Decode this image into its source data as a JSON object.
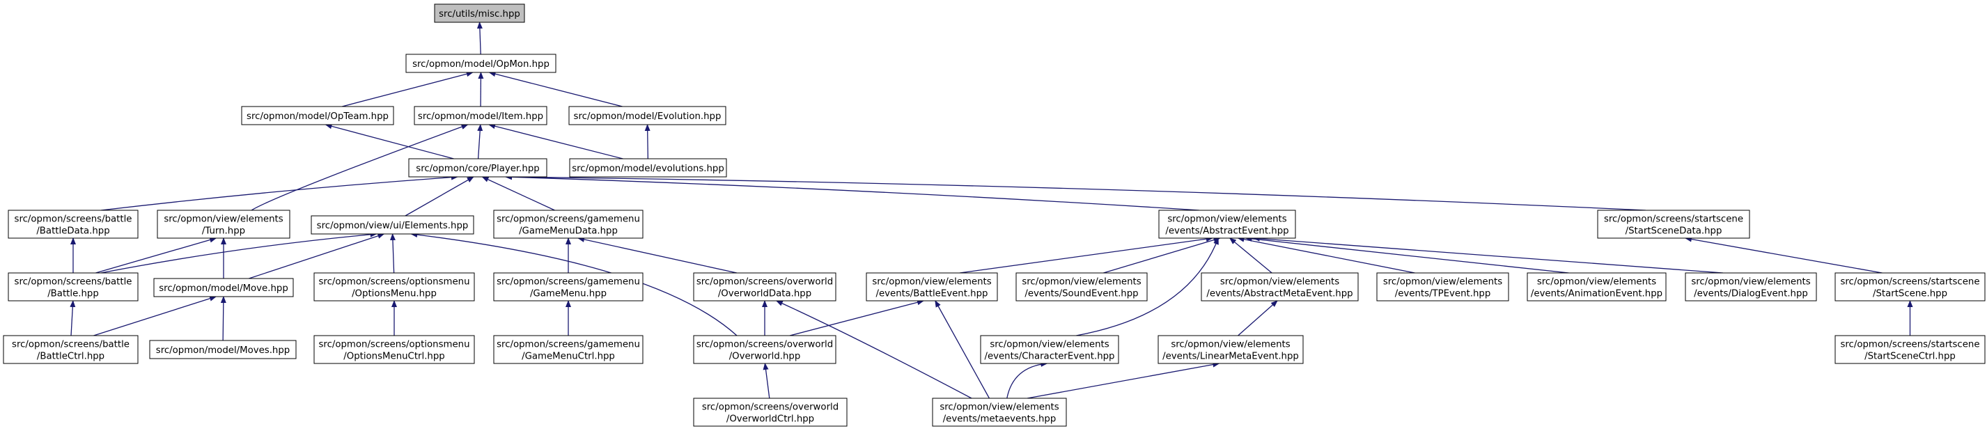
{
  "colors": {
    "background": "#ffffff",
    "node_fill": "#ffffff",
    "node_fill_root": "#bfbfbf",
    "node_stroke": "#000000",
    "edge": "#191970"
  },
  "nodes": [
    {
      "id": "misc",
      "lines": [
        "src/utils/misc.hpp"
      ],
      "root": true
    },
    {
      "id": "opmon",
      "lines": [
        "src/opmon/model/OpMon.hpp"
      ]
    },
    {
      "id": "opteam",
      "lines": [
        "src/opmon/model/OpTeam.hpp"
      ]
    },
    {
      "id": "item",
      "lines": [
        "src/opmon/model/Item.hpp"
      ]
    },
    {
      "id": "evolution",
      "lines": [
        "src/opmon/model/Evolution.hpp"
      ]
    },
    {
      "id": "player",
      "lines": [
        "src/opmon/core/Player.hpp"
      ]
    },
    {
      "id": "evolutions",
      "lines": [
        "src/opmon/model/evolutions.hpp"
      ]
    },
    {
      "id": "battledata",
      "lines": [
        "src/opmon/screens/battle",
        "/BattleData.hpp"
      ]
    },
    {
      "id": "turn",
      "lines": [
        "src/opmon/view/elements",
        "/Turn.hpp"
      ]
    },
    {
      "id": "elements",
      "lines": [
        "src/opmon/view/ui/Elements.hpp"
      ]
    },
    {
      "id": "gamemenudata",
      "lines": [
        "src/opmon/screens/gamemenu",
        "/GameMenuData.hpp"
      ]
    },
    {
      "id": "abstractevent",
      "lines": [
        "src/opmon/view/elements",
        "/events/AbstractEvent.hpp"
      ]
    },
    {
      "id": "startscenedata",
      "lines": [
        "src/opmon/screens/startscene",
        "/StartSceneData.hpp"
      ]
    },
    {
      "id": "battle",
      "lines": [
        "src/opmon/screens/battle",
        "/Battle.hpp"
      ]
    },
    {
      "id": "move",
      "lines": [
        "src/opmon/model/Move.hpp"
      ]
    },
    {
      "id": "optionsmenu",
      "lines": [
        "src/opmon/screens/optionsmenu",
        "/OptionsMenu.hpp"
      ]
    },
    {
      "id": "gamemenu",
      "lines": [
        "src/opmon/screens/gamemenu",
        "/GameMenu.hpp"
      ]
    },
    {
      "id": "overworlddata",
      "lines": [
        "src/opmon/screens/overworld",
        "/OverworldData.hpp"
      ]
    },
    {
      "id": "battleevent",
      "lines": [
        "src/opmon/view/elements",
        "/events/BattleEvent.hpp"
      ]
    },
    {
      "id": "soundevent",
      "lines": [
        "src/opmon/view/elements",
        "/events/SoundEvent.hpp"
      ]
    },
    {
      "id": "abstractmetaevent",
      "lines": [
        "src/opmon/view/elements",
        "/events/AbstractMetaEvent.hpp"
      ]
    },
    {
      "id": "tpevent",
      "lines": [
        "src/opmon/view/elements",
        "/events/TPEvent.hpp"
      ]
    },
    {
      "id": "animationevent",
      "lines": [
        "src/opmon/view/elements",
        "/events/AnimationEvent.hpp"
      ]
    },
    {
      "id": "dialogevent",
      "lines": [
        "src/opmon/view/elements",
        "/events/DialogEvent.hpp"
      ]
    },
    {
      "id": "startscene",
      "lines": [
        "src/opmon/screens/startscene",
        "/StartScene.hpp"
      ]
    },
    {
      "id": "battlectrl",
      "lines": [
        "src/opmon/screens/battle",
        "/BattleCtrl.hpp"
      ]
    },
    {
      "id": "moves",
      "lines": [
        "src/opmon/model/Moves.hpp"
      ]
    },
    {
      "id": "optionsmenuctrl",
      "lines": [
        "src/opmon/screens/optionsmenu",
        "/OptionsMenuCtrl.hpp"
      ]
    },
    {
      "id": "gamemenuctrl",
      "lines": [
        "src/opmon/screens/gamemenu",
        "/GameMenuCtrl.hpp"
      ]
    },
    {
      "id": "overworld",
      "lines": [
        "src/opmon/screens/overworld",
        "/Overworld.hpp"
      ]
    },
    {
      "id": "characterevent",
      "lines": [
        "src/opmon/view/elements",
        "/events/CharacterEvent.hpp"
      ]
    },
    {
      "id": "linearmetaevent",
      "lines": [
        "src/opmon/view/elements",
        "/events/LinearMetaEvent.hpp"
      ]
    },
    {
      "id": "startscenectrl",
      "lines": [
        "src/opmon/screens/startscene",
        "/StartSceneCtrl.hpp"
      ]
    },
    {
      "id": "overworldctrl",
      "lines": [
        "src/opmon/screens/overworld",
        "/OverworldCtrl.hpp"
      ]
    },
    {
      "id": "metaevents",
      "lines": [
        "src/opmon/view/elements",
        "/events/metaevents.hpp"
      ]
    }
  ],
  "edges": [
    {
      "from": "opmon",
      "to": "misc"
    },
    {
      "from": "opteam",
      "to": "opmon"
    },
    {
      "from": "item",
      "to": "opmon"
    },
    {
      "from": "evolution",
      "to": "opmon"
    },
    {
      "from": "player",
      "to": "opteam"
    },
    {
      "from": "player",
      "to": "item"
    },
    {
      "from": "turn",
      "to": "item"
    },
    {
      "from": "evolutions",
      "to": "item"
    },
    {
      "from": "evolutions",
      "to": "evolution"
    },
    {
      "from": "battledata",
      "to": "player"
    },
    {
      "from": "elements",
      "to": "player"
    },
    {
      "from": "gamemenudata",
      "to": "player"
    },
    {
      "from": "abstractevent",
      "to": "player"
    },
    {
      "from": "startscenedata",
      "to": "player"
    },
    {
      "from": "battle",
      "to": "battledata"
    },
    {
      "from": "battle",
      "to": "turn"
    },
    {
      "from": "move",
      "to": "turn"
    },
    {
      "from": "battle",
      "to": "elements"
    },
    {
      "from": "move",
      "to": "elements"
    },
    {
      "from": "optionsmenu",
      "to": "elements"
    },
    {
      "from": "overworld",
      "to": "elements"
    },
    {
      "from": "gamemenu",
      "to": "gamemenudata"
    },
    {
      "from": "overworlddata",
      "to": "gamemenudata"
    },
    {
      "from": "battleevent",
      "to": "abstractevent"
    },
    {
      "from": "soundevent",
      "to": "abstractevent"
    },
    {
      "from": "abstractmetaevent",
      "to": "abstractevent"
    },
    {
      "from": "tpevent",
      "to": "abstractevent"
    },
    {
      "from": "animationevent",
      "to": "abstractevent"
    },
    {
      "from": "dialogevent",
      "to": "abstractevent"
    },
    {
      "from": "characterevent",
      "to": "abstractevent"
    },
    {
      "from": "startscene",
      "to": "startscenedata"
    },
    {
      "from": "battlectrl",
      "to": "battle"
    },
    {
      "from": "battlectrl",
      "to": "move"
    },
    {
      "from": "moves",
      "to": "move"
    },
    {
      "from": "optionsmenuctrl",
      "to": "optionsmenu"
    },
    {
      "from": "gamemenuctrl",
      "to": "gamemenu"
    },
    {
      "from": "overworld",
      "to": "overworlddata"
    },
    {
      "from": "metaevents",
      "to": "overworlddata"
    },
    {
      "from": "overworld",
      "to": "battleevent"
    },
    {
      "from": "metaevents",
      "to": "battleevent"
    },
    {
      "from": "linearmetaevent",
      "to": "abstractmetaevent"
    },
    {
      "from": "startscenectrl",
      "to": "startscene"
    },
    {
      "from": "overworldctrl",
      "to": "overworld"
    },
    {
      "from": "metaevents",
      "to": "characterevent"
    },
    {
      "from": "metaevents",
      "to": "linearmetaevent"
    }
  ]
}
